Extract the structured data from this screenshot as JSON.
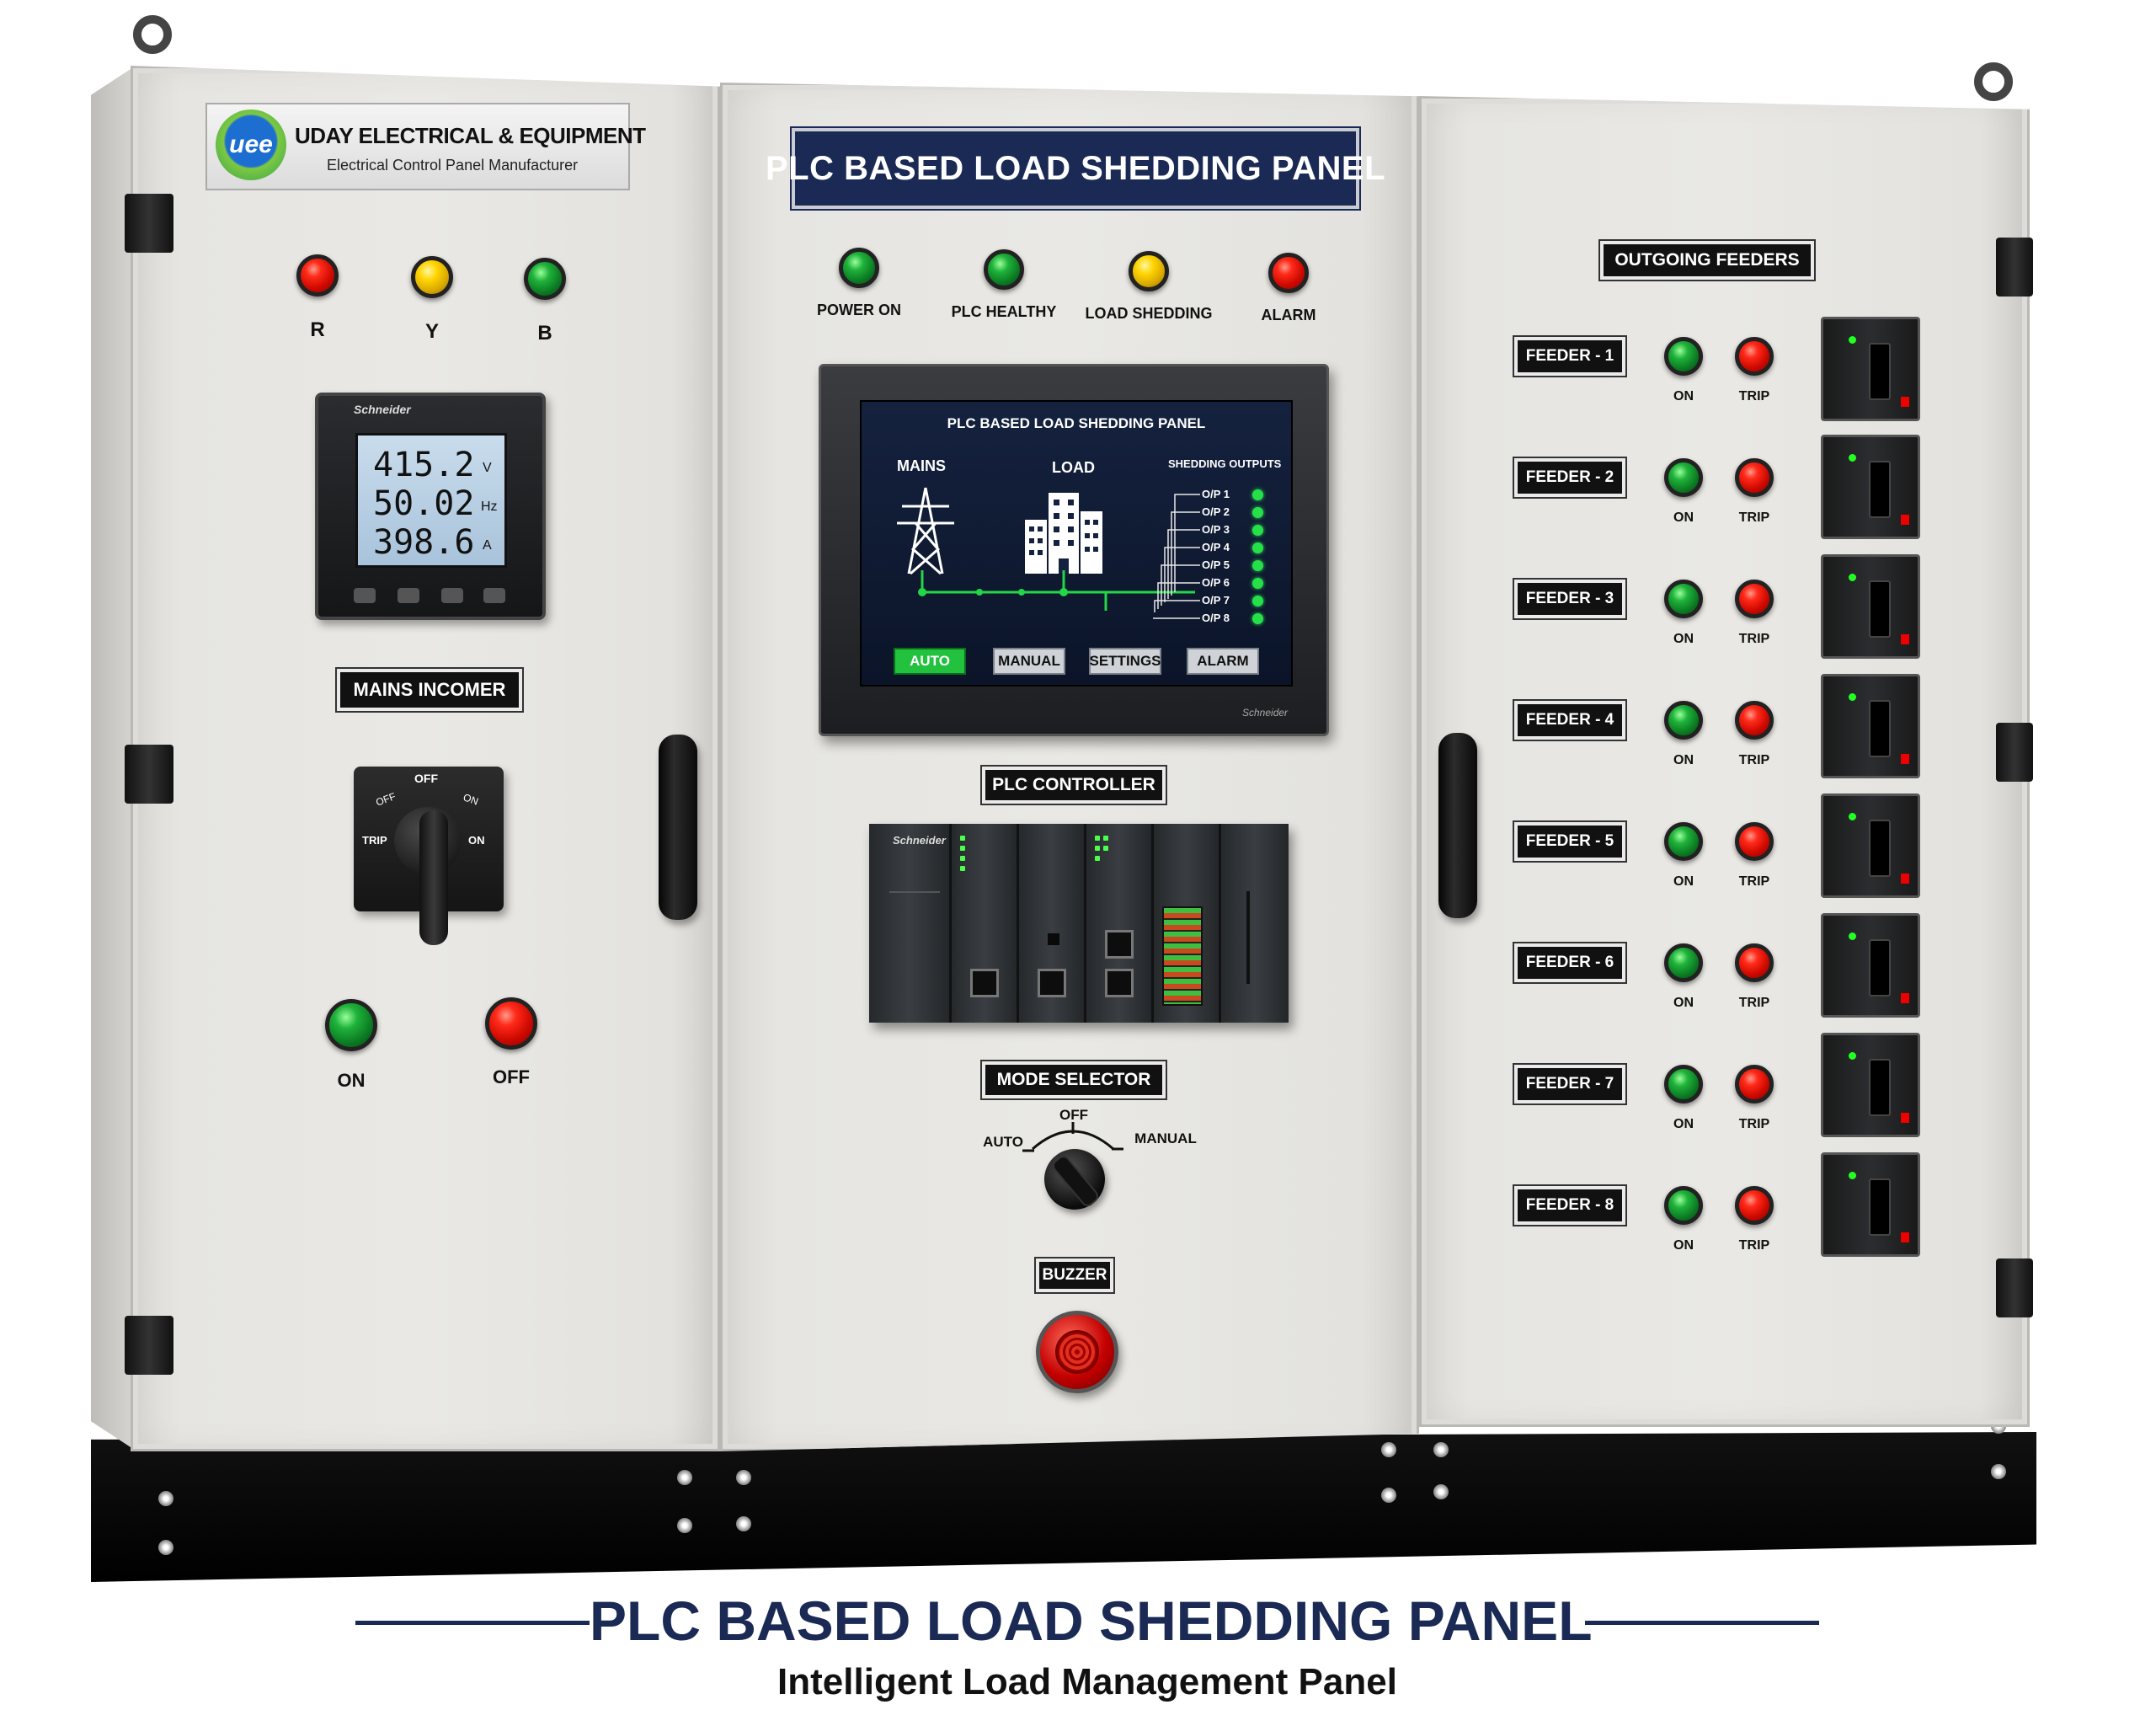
{
  "header_plate": {
    "logo_text": "uee",
    "company": "UDAY ELECTRICAL & EQUIPMENT",
    "tagline": "Electrical Control Panel Manufacturer"
  },
  "top_title": "PLC BASED LOAD SHEDDING PANEL",
  "phase_lamps": [
    {
      "label": "R",
      "color": "red"
    },
    {
      "label": "Y",
      "color": "yellow"
    },
    {
      "label": "B",
      "color": "green"
    }
  ],
  "meter": {
    "brand": "Schneider",
    "rows": [
      {
        "value": "415.2",
        "unit": "V"
      },
      {
        "value": "50.02",
        "unit": "Hz"
      },
      {
        "value": "398.6",
        "unit": "A"
      }
    ]
  },
  "mains_incomer": {
    "title": "MAINS INCOMER",
    "switch_positions": {
      "top": "OFF",
      "left": "TRIP",
      "right": "ON",
      "top_left": "OFF",
      "top_right": "ON"
    },
    "on_label": "ON",
    "off_label": "OFF"
  },
  "status_lamps": [
    {
      "label": "POWER ON",
      "color": "green"
    },
    {
      "label": "PLC HEALTHY",
      "color": "green"
    },
    {
      "label": "LOAD SHEDDING",
      "color": "yellow"
    },
    {
      "label": "ALARM",
      "color": "red"
    }
  ],
  "hmi": {
    "title": "PLC BASED LOAD SHEDDING PANEL",
    "mains_label": "MAINS",
    "load_label": "LOAD",
    "outputs_label": "SHEDDING OUTPUTS",
    "outputs": [
      "O/P 1",
      "O/P 2",
      "O/P 3",
      "O/P 4",
      "O/P 5",
      "O/P 6",
      "O/P 7",
      "O/P 8"
    ],
    "buttons": [
      {
        "label": "AUTO",
        "active": true
      },
      {
        "label": "MANUAL",
        "active": false
      },
      {
        "label": "SETTINGS",
        "active": false
      },
      {
        "label": "ALARM",
        "active": false
      }
    ],
    "brand": "Schneider"
  },
  "plc": {
    "title": "PLC CONTROLLER",
    "brand": "Schneider"
  },
  "mode_selector": {
    "title": "MODE SELECTOR",
    "left": "AUTO",
    "top": "OFF",
    "right": "MANUAL"
  },
  "buzzer": {
    "title": "BUZZER"
  },
  "feeders": {
    "title": "OUTGOING FEEDERS",
    "on_label": "ON",
    "trip_label": "TRIP",
    "items": [
      "FEEDER - 1",
      "FEEDER - 2",
      "FEEDER - 3",
      "FEEDER - 4",
      "FEEDER - 5",
      "FEEDER - 6",
      "FEEDER - 7",
      "FEEDER - 8"
    ]
  },
  "caption": {
    "title": "PLC BASED LOAD SHEDDING PANEL",
    "subtitle": "Intelligent Load Management Panel"
  },
  "colors": {
    "navy": "#1a2a55",
    "panel": "#e8e7e3",
    "hmi_bg": "#0f1b33"
  }
}
